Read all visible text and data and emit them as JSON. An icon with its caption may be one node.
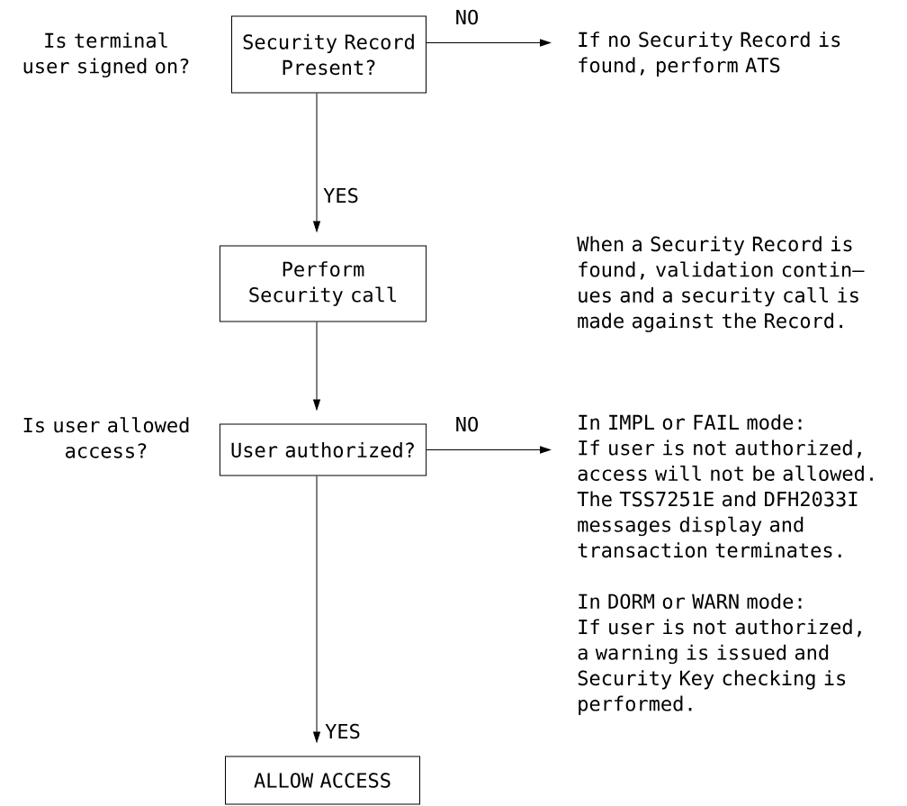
{
  "diagram": {
    "nodes": [
      {
        "text": [
          "Security Record Present?"
        ]
      },
      {
        "text": [
          "If no Security Record is found, perform ATS"
        ]
      },
      {
        "text": [
          "Perform Security call"
        ]
      },
      {
        "text": [
          "User authorized?"
        ]
      },
      {
        "text": [
          "In IMPL or FAIL mode:",
          "If user is not authorized, access will not be allowed. The TSS7251E and DFH2033I messages display and transaction terminates.",
          "In DORM or WARN mode:",
          "If user is not authorized, a warning is issued and Security Key checking is performed."
        ]
      },
      {
        "text": [
          "ALLOW ACCESS"
        ]
      }
    ],
    "edges": [
      {
        "from": 0,
        "to": 1,
        "arrow": "to",
        "label": "NO"
      },
      {
        "from": 0,
        "to": 2,
        "arrow": "to",
        "label": "YES"
      },
      {
        "from": 2,
        "to": 3,
        "arrow": "to"
      },
      {
        "from": 3,
        "to": 4,
        "arrow": "to",
        "label": "NO"
      },
      {
        "from": 3,
        "to": 5,
        "arrow": "to",
        "label": "YES"
      }
    ],
    "labels": [
      "Is terminal user signed on?",
      "When a Security Record is found, validation contin— ues and a security call is made against the Record.",
      "Is user allowed access?"
    ]
  }
}
